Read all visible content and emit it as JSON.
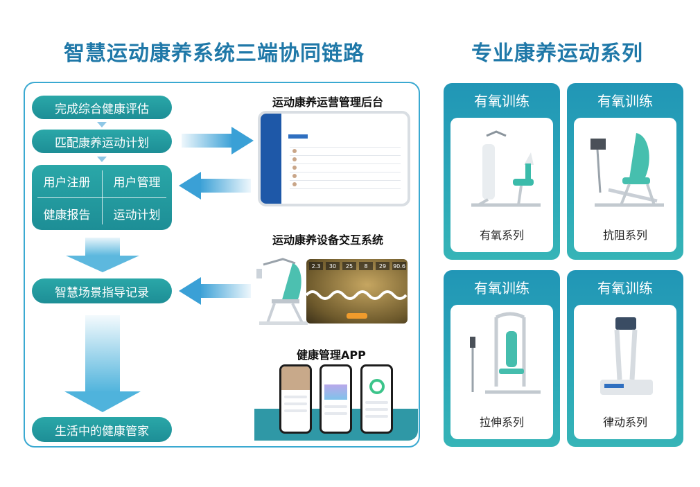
{
  "title_left": "智慧运动康养系统三端协同链路",
  "title_right": "专业康养运动系列",
  "flow": {
    "step1": "完成综合健康评估",
    "step2": "匹配康养运动计划",
    "grid": [
      "用户注册",
      "用户管理",
      "健康报告",
      "运动计划"
    ],
    "step3": "智慧场景指导记录",
    "step4": "生活中的健康管家"
  },
  "sections": {
    "backend": "运动康养运营管理后台",
    "device": "运动康养设备交互系统",
    "app": "健康管理APP"
  },
  "device_stats": [
    "2.3",
    "30",
    "25",
    "8",
    "29",
    "90.6"
  ],
  "cards": [
    {
      "title": "有氧训练",
      "label": "有氧系列"
    },
    {
      "title": "有氧训练",
      "label": "抗阻系列"
    },
    {
      "title": "有氧训练",
      "label": "拉伸系列"
    },
    {
      "title": "有氧训练",
      "label": "律动系列"
    }
  ],
  "colors": {
    "teal": "#1d8e96",
    "blue": "#1f78a8",
    "arrow": "#3aa9d1"
  }
}
